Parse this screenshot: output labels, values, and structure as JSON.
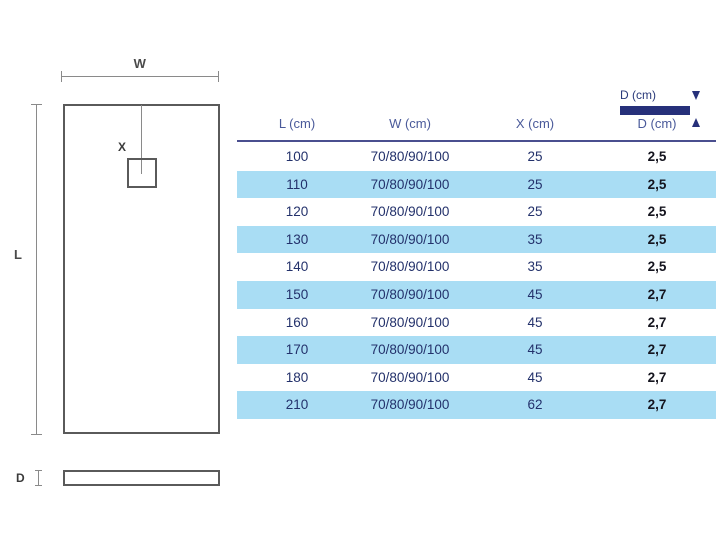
{
  "drawing": {
    "width_label": "W",
    "length_label": "L",
    "drain_label": "X",
    "depth_label": "D",
    "plan_view_name": "shower-tray-plan-view",
    "profile_view_name": "shower-tray-side-profile"
  },
  "legend": {
    "depth_label": "D (cm)",
    "bar_color": "#26307a",
    "arrow_down": "arrow-down",
    "arrow_up": "arrow-up"
  },
  "table": {
    "headers": [
      "L (cm)",
      "W (cm)",
      "X (cm)",
      "D (cm)"
    ],
    "header_color": "#4a5a9a",
    "rule_color": "#4a4f8f",
    "band_color": "#a9ddf4",
    "text_color": "#23316b",
    "depth_text_color": "#14141e",
    "rows": [
      {
        "L": "100",
        "W": "70/80/90/100",
        "X": "25",
        "D": "2,5"
      },
      {
        "L": "110",
        "W": "70/80/90/100",
        "X": "25",
        "D": "2,5"
      },
      {
        "L": "120",
        "W": "70/80/90/100",
        "X": "25",
        "D": "2,5"
      },
      {
        "L": "130",
        "W": "70/80/90/100",
        "X": "35",
        "D": "2,5"
      },
      {
        "L": "140",
        "W": "70/80/90/100",
        "X": "35",
        "D": "2,5"
      },
      {
        "L": "150",
        "W": "70/80/90/100",
        "X": "45",
        "D": "2,7"
      },
      {
        "L": "160",
        "W": "70/80/90/100",
        "X": "45",
        "D": "2,7"
      },
      {
        "L": "170",
        "W": "70/80/90/100",
        "X": "45",
        "D": "2,7"
      },
      {
        "L": "180",
        "W": "70/80/90/100",
        "X": "45",
        "D": "2,7"
      },
      {
        "L": "210",
        "W": "70/80/90/100",
        "X": "62",
        "D": "2,7"
      }
    ]
  }
}
